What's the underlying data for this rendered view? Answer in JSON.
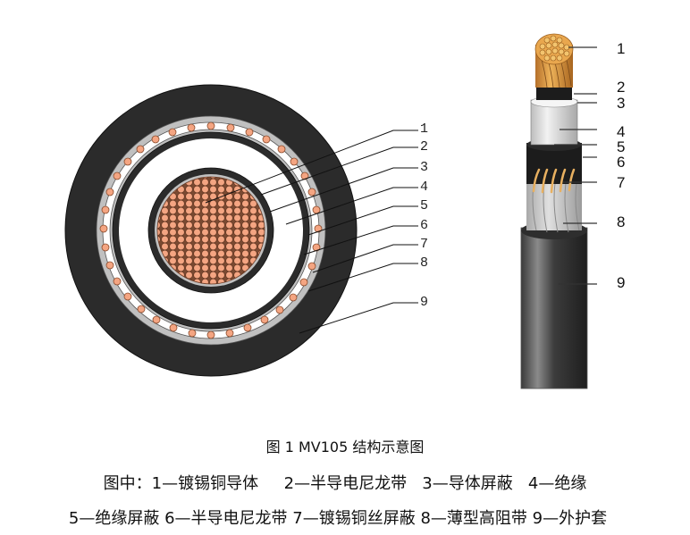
{
  "figure": {
    "title": "图 1 MV105 结构示意图",
    "legend_line1": "图中：1—镀锡铜导体     2—半导电尼龙带   3—导体屏蔽   4—绝缘",
    "legend_line2": "5—绝缘屏蔽 6—半导电尼龙带 7—镀锡铜丝屏蔽 8—薄型高阻带 9—外护套"
  },
  "components": [
    {
      "number": "1",
      "name": "镀锡铜导体"
    },
    {
      "number": "2",
      "name": "半导电尼龙带"
    },
    {
      "number": "3",
      "name": "导体屏蔽"
    },
    {
      "number": "4",
      "name": "绝缘"
    },
    {
      "number": "5",
      "name": "绝缘屏蔽"
    },
    {
      "number": "6",
      "name": "半导电尼龙带"
    },
    {
      "number": "7",
      "name": "镀锡铜丝屏蔽"
    },
    {
      "number": "8",
      "name": "薄型高阻带"
    },
    {
      "number": "9",
      "name": "外护套"
    }
  ],
  "cross_section_labels": [
    "1",
    "2",
    "3",
    "4",
    "5",
    "6",
    "7",
    "8",
    "9"
  ],
  "side_view_labels": [
    "1",
    "2",
    "3",
    "4",
    "5",
    "6",
    "7",
    "8",
    "9"
  ],
  "colors": {
    "jacket": "#2b2b2b",
    "copper": "#f4a582",
    "screen_gray": "#c0c0c0",
    "insulation": "#ffffff",
    "conductor_gold": "#d9963a"
  }
}
